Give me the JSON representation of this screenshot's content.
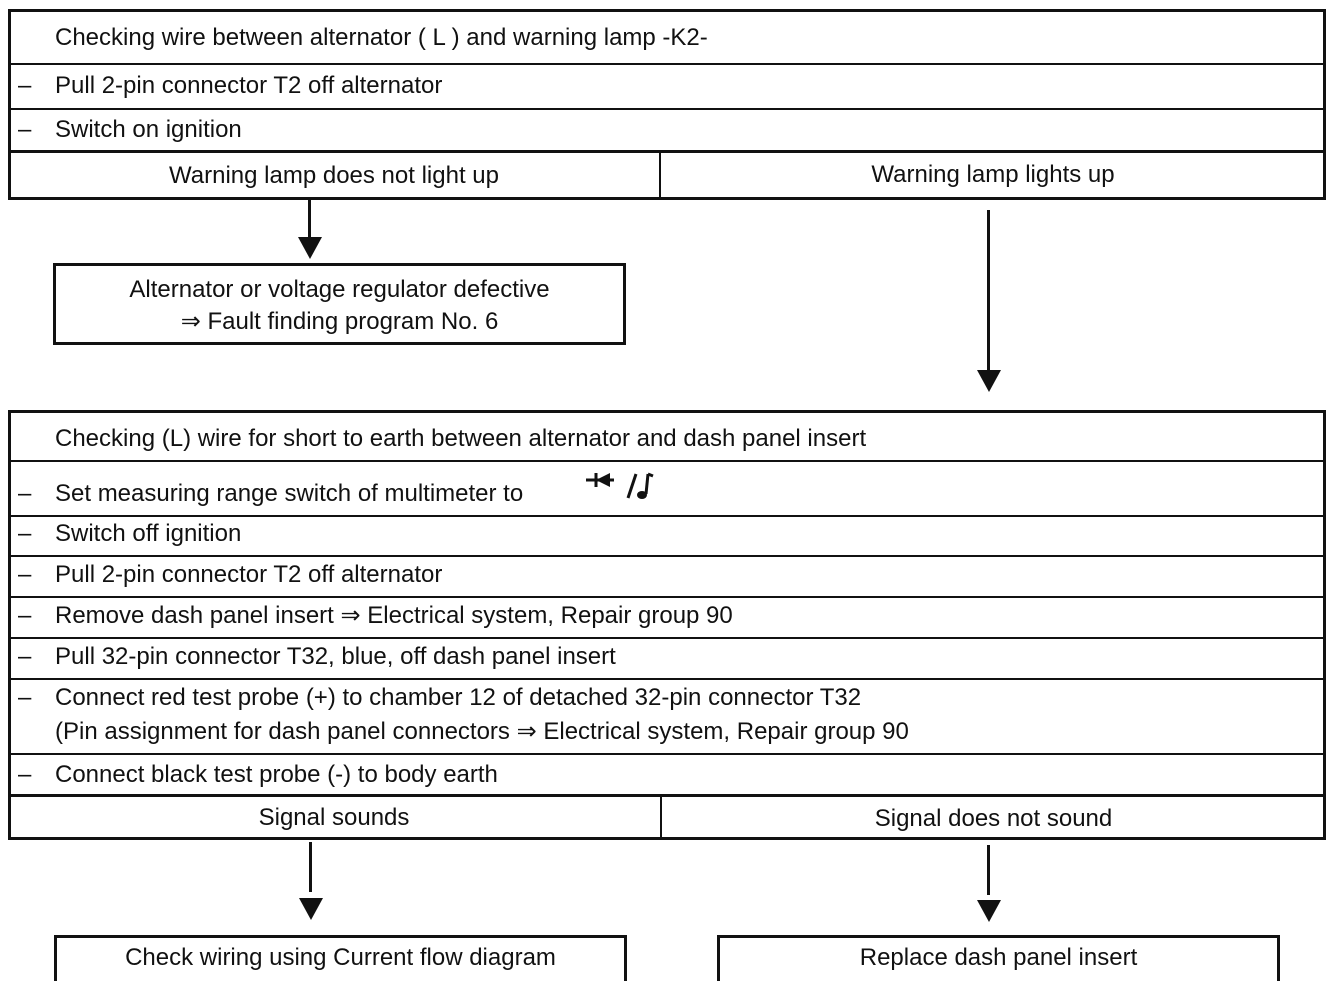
{
  "section1": {
    "title": "Checking wire between alternator ( L ) and warning lamp -K2-",
    "steps": [
      "Pull 2-pin connector T2 off alternator",
      "Switch on ignition"
    ],
    "step_marker": "–",
    "branch_left": "Warning lamp does not light up",
    "branch_right": "Warning lamp lights up"
  },
  "result1": {
    "line1": "Alternator or voltage regulator defective",
    "line2": "⇒ Fault finding program No. 6"
  },
  "section2": {
    "title": "Checking (L) wire for short to earth between alternator and dash panel insert",
    "step_marker": "–",
    "steps": [
      "Set measuring range switch of multimeter to",
      "Switch off ignition",
      "Pull 2-pin connector T2 off alternator",
      "Remove dash panel insert ⇒ Electrical system, Repair group 90",
      "Pull 32-pin connector T32, blue, off dash panel insert",
      "Connect red test probe (+) to chamber 12 of detached 32-pin connector T32",
      "Connect black test probe (-) to body earth"
    ],
    "step6_line2": "(Pin assignment for dash panel connectors ⇒ Electrical system, Repair group 90",
    "multimeter_icon": "diode-continuity-icon",
    "branch_left": "Signal sounds",
    "branch_right": "Signal does not sound"
  },
  "result2_left": "Check wiring using Current flow diagram",
  "result2_right": "Replace dash panel insert"
}
